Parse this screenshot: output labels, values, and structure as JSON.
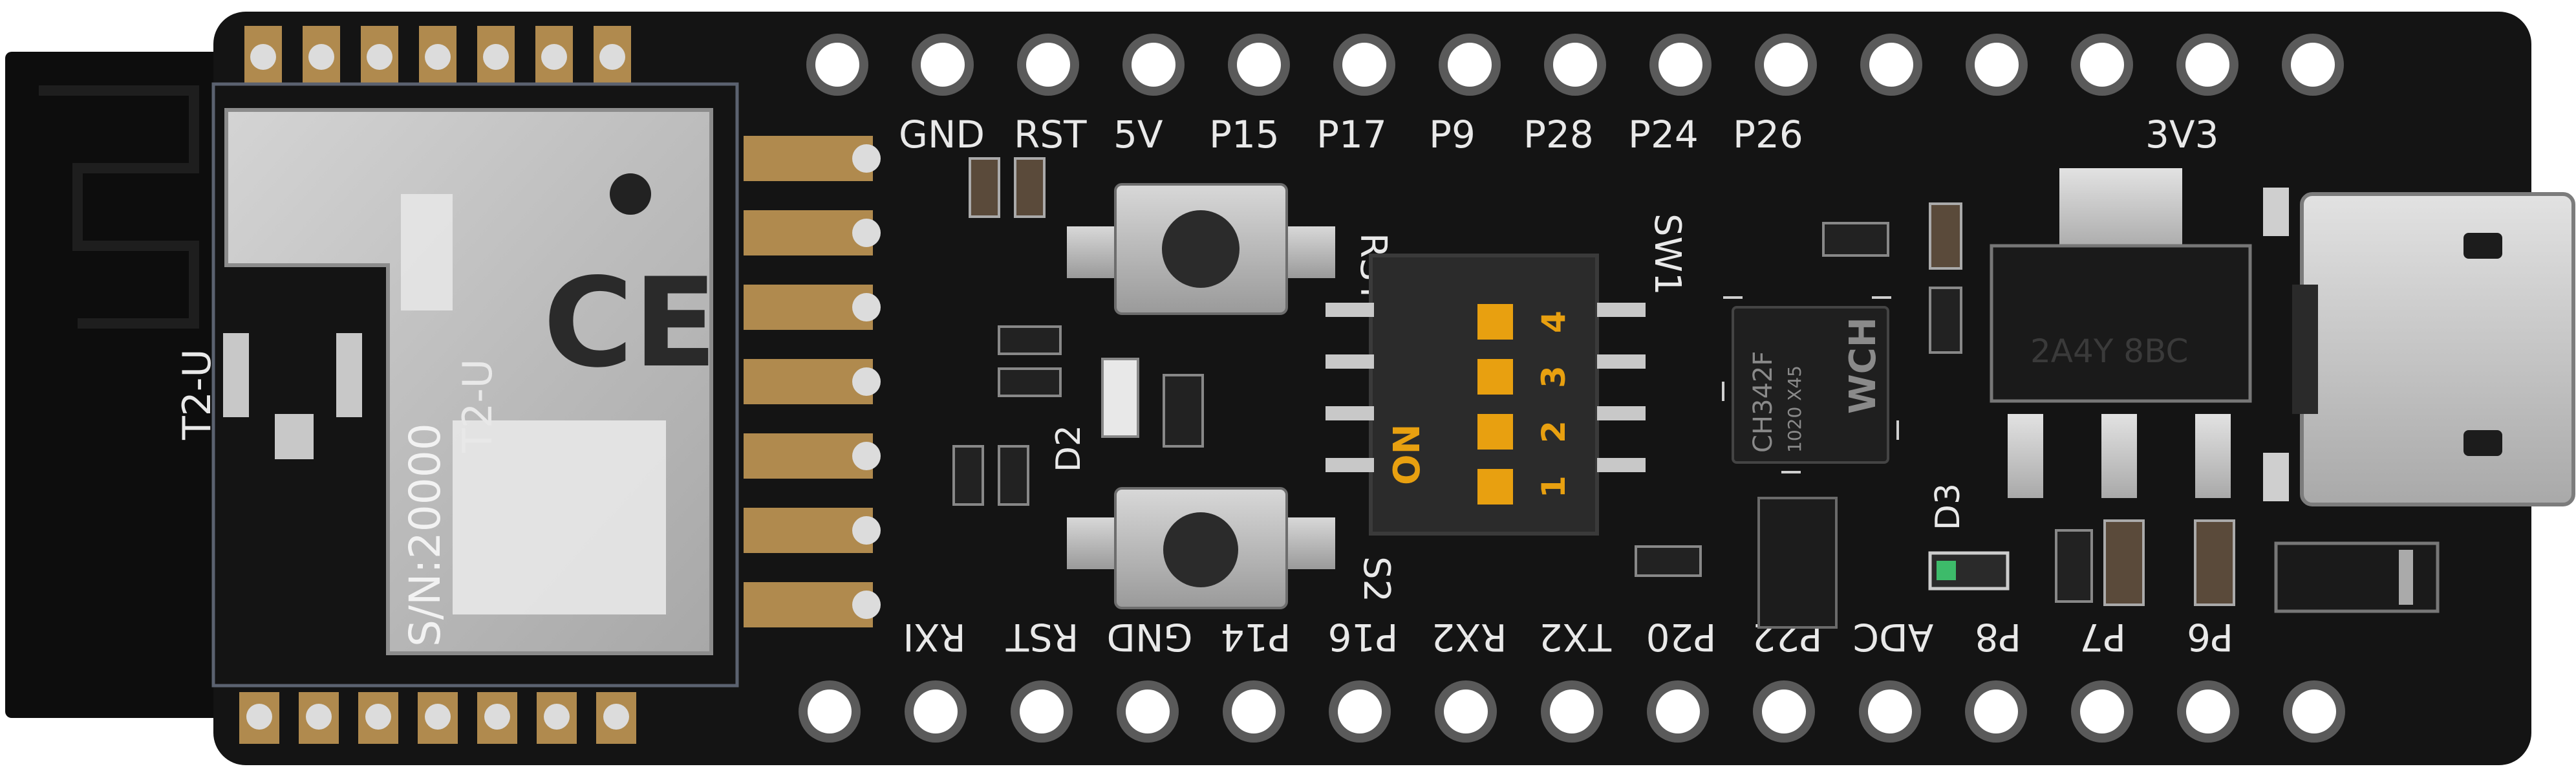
{
  "board": {
    "antenna_label": "T2-U",
    "module": {
      "model": "T2-U",
      "serial": "S/N:20000",
      "mark": "CE"
    },
    "top_pin_labels": [
      "GND",
      "RST",
      "5V",
      "P15",
      "P17",
      "P9",
      "P28",
      "P24",
      "P26",
      "3V3"
    ],
    "bottom_pin_labels": [
      "RXI",
      "RST",
      "GND",
      "P14",
      "P16",
      "RX2",
      "TX2",
      "P20",
      "P22",
      "ADC",
      "P8",
      "P7",
      "P6"
    ],
    "button_labels": {
      "reset": "RST",
      "s2": "S2"
    },
    "dip_switch": {
      "label": "SW1",
      "on_label": "ON",
      "numbers": [
        "1",
        "2",
        "3",
        "4"
      ]
    },
    "led_labels": {
      "d2": "D2",
      "d3": "D3"
    },
    "chip": {
      "name": "CH342F",
      "code": "1020 X45",
      "logo": "WCH"
    },
    "regulator_text": "2A4Y 8BC"
  },
  "colors": {
    "pcb": "#141414",
    "silkscreen": "#e9e9e9",
    "gold": "#b08a4e",
    "shield": "#c2c2c2",
    "switch": "#e8a010"
  }
}
